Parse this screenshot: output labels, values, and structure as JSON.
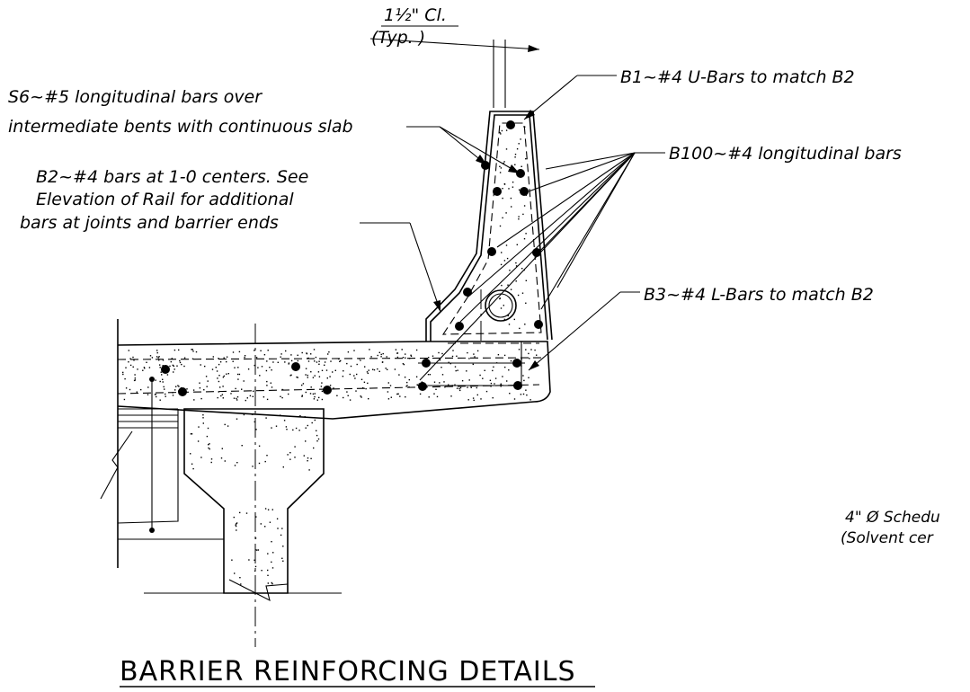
{
  "title": "BARRIER REINFORCING DETAILS",
  "labels": {
    "clear_cover_top": "1½\" Cl.",
    "clear_cover_bottom": "(Typ. )",
    "b1": "B1~#4 U-Bars to match B2",
    "s6_line1": "S6~#5 longitudinal bars over",
    "s6_line2": "intermediate bents with continuous slab",
    "b100": "B100~#4 longitudinal bars",
    "b2_line1": "B2~#4 bars at 1-0 centers. See",
    "b2_line2": "Elevation of Rail for additional",
    "b2_line3": "bars at joints and barrier ends",
    "b3": "B3~#4 L-Bars to match B2",
    "pipe_line1": "4\" Ø Schedu",
    "pipe_line2": "(Solvent cer"
  }
}
